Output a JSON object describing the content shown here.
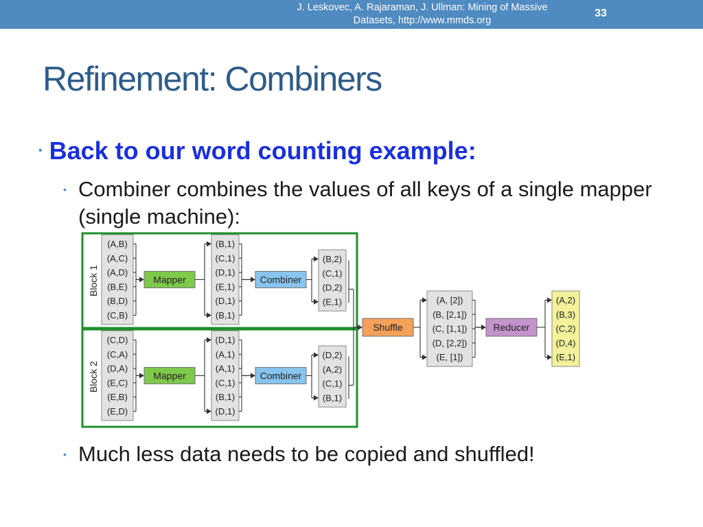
{
  "header": {
    "credit_line1": "J. Leskovec, A. Rajaraman, J. Ullman: Mining of Massive",
    "credit_line2": "Datasets, http://www.mmds.org",
    "slide_number": "33"
  },
  "title": "Refinement: Combiners",
  "bullets": {
    "main": "Back to our word counting example:",
    "sub1": "Combiner combines the values of all keys of a single mapper (single machine):",
    "sub2": "Much less data needs to be copied and shuffled!"
  },
  "diagram": {
    "blocks": [
      {
        "label": "Block 1",
        "input": [
          "(A,B)",
          "(A,C)",
          "(A,D)",
          "(B,E)",
          "(B,D)",
          "(C,B)"
        ],
        "mapper": "Mapper",
        "mapper_output": [
          "(B,1)",
          "(C,1)",
          "(D,1)",
          "(E,1)",
          "(D,1)",
          "(B,1)"
        ],
        "combiner": "Combiner",
        "combiner_output": [
          "(B,2)",
          "(C,1)",
          "(D,2)",
          "(E,1)"
        ]
      },
      {
        "label": "Block 2",
        "input": [
          "(C,D)",
          "(C,A)",
          "(D,A)",
          "(E,C)",
          "(E,B)",
          "(E,D)"
        ],
        "mapper": "Mapper",
        "mapper_output": [
          "(D,1)",
          "(A,1)",
          "(A,1)",
          "(C,1)",
          "(B,1)",
          "(D,1)"
        ],
        "combiner": "Combiner",
        "combiner_output": [
          "(D,2)",
          "(A,2)",
          "(C,1)",
          "(B,1)"
        ]
      }
    ],
    "shuffle": "Shuffle",
    "shuffle_output": [
      "(A, [2])",
      "(B, [2,1])",
      "(C, [1,1])",
      "(D, [2,2])",
      "(E, [1])"
    ],
    "reducer": "Reducer",
    "reducer_output": [
      "(A,2)",
      "(B,3)",
      "(C,2)",
      "(D,4)",
      "(E,1)"
    ],
    "colors": {
      "mapper": "#7ec84a",
      "combiner": "#88c4ee",
      "shuffle": "#f5a15a",
      "reducer": "#c493cc",
      "data_box": "#e2e2e2",
      "result_box": "#f3f29a",
      "block_frame": "#1f8f2a"
    }
  }
}
